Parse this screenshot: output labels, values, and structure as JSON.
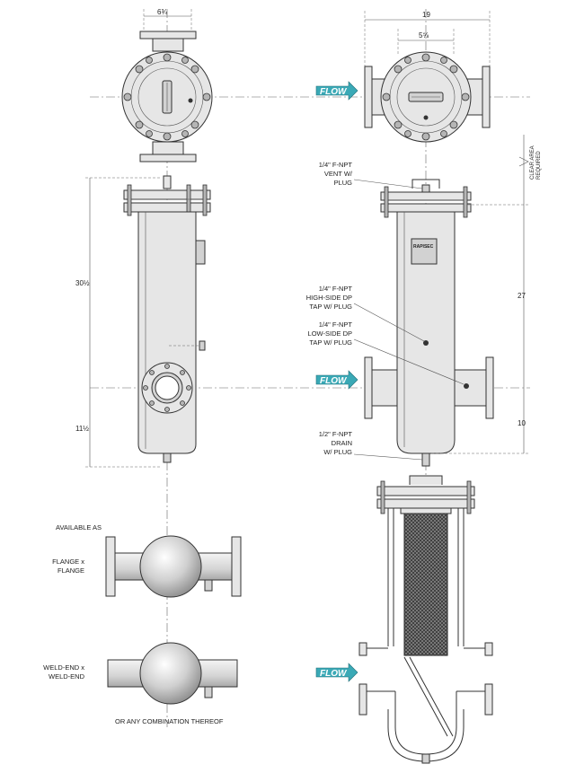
{
  "colors": {
    "flow_arrow": "#3aa9b6",
    "line": "#333333",
    "metal": "#e6e6e6",
    "ball_dark": "#8a8a8a",
    "mesh": "#3a3a3a"
  },
  "dimensions": {
    "top_flange_width": "6¾",
    "overall_width": "19",
    "body_offset": "5⅝",
    "height_upper": "30½",
    "height_lower": "11½",
    "right_height": "27",
    "right_lower": "10"
  },
  "labels": {
    "clear_area": [
      "CLEAR AREA",
      "REQUIRED"
    ],
    "vent": [
      "1/4\" F-NPT",
      "VENT W/",
      "PLUG"
    ],
    "high_side": [
      "1/4\" F-NPT",
      "HIGH-SIDE DP",
      "TAP W/ PLUG"
    ],
    "low_side": [
      "1/4\" F-NPT",
      "LOW-SIDE DP",
      "TAP W/ PLUG"
    ],
    "drain": [
      "1/2\" F-NPT",
      "DRAIN",
      "W/ PLUG"
    ],
    "brand": "RAPISEC",
    "available_as": "AVAILABLE AS",
    "flange_option": [
      "FLANGE x",
      "FLANGE"
    ],
    "weld_option": [
      "WELD-END x",
      "WELD-END"
    ],
    "combination": "OR ANY COMBINATION THEREOF"
  },
  "flow_arrows": [
    "FLOW",
    "FLOW",
    "FLOW"
  ]
}
